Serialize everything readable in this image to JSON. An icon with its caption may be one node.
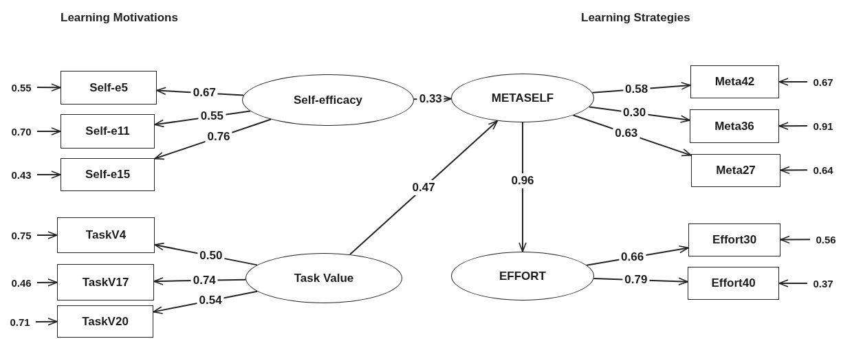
{
  "diagram": {
    "nodes": [
      {
        "text": [
          "Self-efficacy"
        ]
      },
      {
        "text": [
          "Task Value"
        ]
      },
      {
        "text": [
          "METASELF"
        ]
      },
      {
        "text": [
          "EFFORT"
        ]
      },
      {
        "text": [
          "Self-e5"
        ]
      },
      {
        "text": [
          "Self-e11"
        ]
      },
      {
        "text": [
          "Self-e15"
        ]
      },
      {
        "text": [
          "TaskV4"
        ]
      },
      {
        "text": [
          "TaskV17"
        ]
      },
      {
        "text": [
          "TaskV20"
        ]
      },
      {
        "text": [
          "Meta42"
        ]
      },
      {
        "text": [
          "Meta36"
        ]
      },
      {
        "text": [
          "Meta27"
        ]
      },
      {
        "text": [
          "Effort30"
        ]
      },
      {
        "text": [
          "Effort40"
        ]
      },
      {
        "text": [
          "0.55"
        ]
      },
      {
        "text": [
          "0.70"
        ]
      },
      {
        "text": [
          "0.43"
        ]
      },
      {
        "text": [
          "0.75"
        ]
      },
      {
        "text": [
          "0.46"
        ]
      },
      {
        "text": [
          "0.71"
        ]
      },
      {
        "text": [
          "0.67"
        ]
      },
      {
        "text": [
          "0.91"
        ]
      },
      {
        "text": [
          "0.64"
        ]
      },
      {
        "text": [
          "0.56"
        ]
      },
      {
        "text": [
          "0.37"
        ]
      }
    ],
    "edges": [
      {
        "from": 0,
        "to": 4,
        "arrow": "to",
        "label": "0.67"
      },
      {
        "from": 0,
        "to": 5,
        "arrow": "to",
        "label": "0.55"
      },
      {
        "from": 0,
        "to": 6,
        "arrow": "to",
        "label": "0.76"
      },
      {
        "from": 1,
        "to": 7,
        "arrow": "to",
        "label": "0.50"
      },
      {
        "from": 1,
        "to": 8,
        "arrow": "to",
        "label": "0.74"
      },
      {
        "from": 1,
        "to": 9,
        "arrow": "to",
        "label": "0.54"
      },
      {
        "from": 0,
        "to": 2,
        "arrow": "to",
        "label": "0.33"
      },
      {
        "from": 1,
        "to": 2,
        "arrow": "to",
        "label": "0.47"
      },
      {
        "from": 2,
        "to": 3,
        "arrow": "to",
        "label": "0.96"
      },
      {
        "from": 2,
        "to": 10,
        "arrow": "to",
        "label": "0.58"
      },
      {
        "from": 2,
        "to": 11,
        "arrow": "to",
        "label": "0.30"
      },
      {
        "from": 2,
        "to": 12,
        "arrow": "to",
        "label": "0.63"
      },
      {
        "from": 3,
        "to": 13,
        "arrow": "to",
        "label": "0.66"
      },
      {
        "from": 3,
        "to": 14,
        "arrow": "to",
        "label": "0.79"
      },
      {
        "from": 15,
        "to": 4,
        "arrow": "to"
      },
      {
        "from": 16,
        "to": 5,
        "arrow": "to"
      },
      {
        "from": 17,
        "to": 6,
        "arrow": "to"
      },
      {
        "from": 18,
        "to": 7,
        "arrow": "to"
      },
      {
        "from": 19,
        "to": 8,
        "arrow": "to"
      },
      {
        "from": 20,
        "to": 9,
        "arrow": "to"
      },
      {
        "from": 21,
        "to": 10,
        "arrow": "to"
      },
      {
        "from": 22,
        "to": 11,
        "arrow": "to"
      },
      {
        "from": 23,
        "to": 12,
        "arrow": "to"
      },
      {
        "from": 24,
        "to": 13,
        "arrow": "to"
      },
      {
        "from": 25,
        "to": 14,
        "arrow": "to"
      }
    ],
    "labels": [
      "Learning Motivations",
      "Learning Strategies"
    ]
  }
}
